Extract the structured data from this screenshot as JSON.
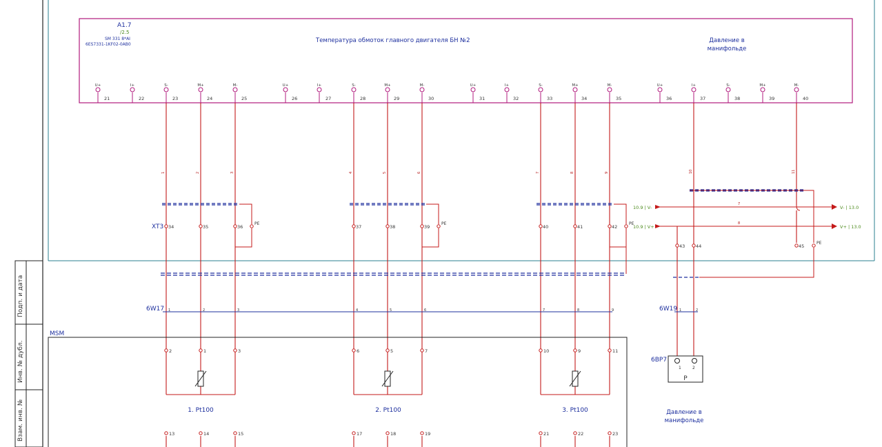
{
  "module": {
    "name": "A1.7",
    "slot": "/2.5",
    "type": "SM 331 8*AI",
    "order": "6ES7331-1KF02-0AB0",
    "title": "Температура обмоток главного двигателя БН №2",
    "pressure_title_line1": "Давление в",
    "pressure_title_line2": "манифольде"
  },
  "pins": [
    {
      "sig": "U+",
      "num": "21"
    },
    {
      "sig": "I+",
      "num": "22"
    },
    {
      "sig": "S-",
      "num": "23"
    },
    {
      "sig": "M+",
      "num": "24"
    },
    {
      "sig": "M-",
      "num": "25"
    },
    {
      "sig": "U+",
      "num": "26"
    },
    {
      "sig": "I+",
      "num": "27"
    },
    {
      "sig": "S-",
      "num": "28"
    },
    {
      "sig": "M+",
      "num": "29"
    },
    {
      "sig": "M-",
      "num": "30"
    },
    {
      "sig": "U+",
      "num": "31"
    },
    {
      "sig": "I+",
      "num": "32"
    },
    {
      "sig": "S-",
      "num": "33"
    },
    {
      "sig": "M+",
      "num": "34"
    },
    {
      "sig": "M-",
      "num": "35"
    },
    {
      "sig": "U+",
      "num": "36"
    },
    {
      "sig": "I+",
      "num": "37"
    },
    {
      "sig": "S-",
      "num": "38"
    },
    {
      "sig": "M+",
      "num": "39"
    },
    {
      "sig": "M-",
      "num": "40"
    }
  ],
  "terminal_strip": {
    "label": "XT3",
    "terminals": [
      "34",
      "35",
      "36",
      "37",
      "38",
      "39",
      "40",
      "41",
      "42"
    ],
    "pe": "PE",
    "right_terminals": [
      "43",
      "44",
      "45"
    ]
  },
  "cables": {
    "w17": "6W17",
    "w17_cores": [
      "1",
      "2",
      "3",
      "4",
      "5",
      "6",
      "7",
      "8",
      "9"
    ],
    "w19": "6W19",
    "w19_cores": [
      "1",
      "2"
    ]
  },
  "msm": {
    "label": "MSM",
    "terminals_top": [
      "2",
      "1",
      "3",
      "6",
      "5",
      "7",
      "10",
      "9",
      "11"
    ],
    "sensors": [
      "1. Pt100",
      "2. Pt100",
      "3. Pt100"
    ],
    "terminals_bottom": [
      "13",
      "14",
      "15",
      "17",
      "18",
      "19",
      "21",
      "22",
      "23"
    ]
  },
  "wire_numbers": [
    "1",
    "2",
    "3",
    "4",
    "5",
    "6",
    "7",
    "8",
    "9",
    "10",
    "11"
  ],
  "references": {
    "v_minus_src": "10.9 | V-",
    "v_plus_src": "10.9 | V+",
    "v_minus_dst": "V- | 13.0",
    "v_plus_dst": "V+ | 13.0"
  },
  "transmitter": {
    "label": "6BP7",
    "pins": [
      "1",
      "2"
    ],
    "symbol": "P",
    "caption_line1": "Давление в",
    "caption_line2": "манифольде"
  },
  "side_stamp": [
    "Подп. и дата",
    "Инв. № дубл.",
    "Взам. инв. №"
  ],
  "colors": {
    "frame": "#b0197d",
    "wire": "#c41a1a",
    "cable": "#1d2f9e",
    "border": "#2a7f8f",
    "reference": "#4c8a1c"
  }
}
